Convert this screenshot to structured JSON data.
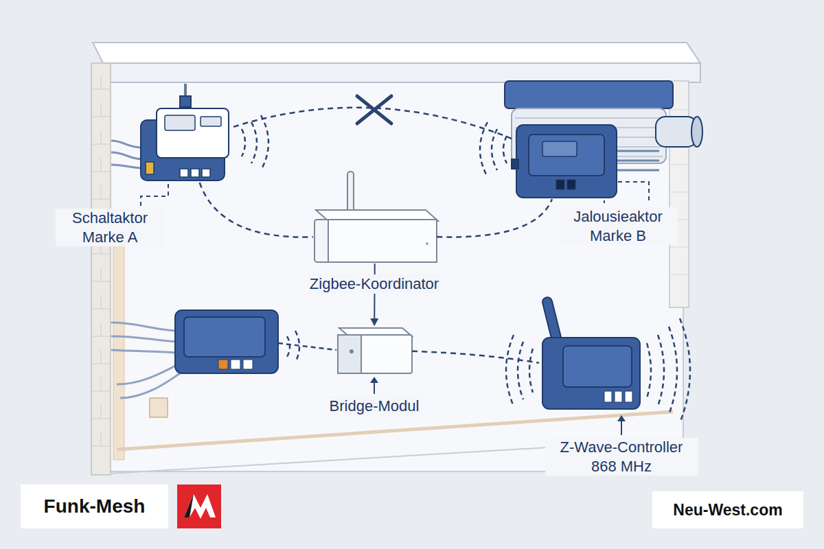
{
  "diagram": {
    "nodes": [
      {
        "text": [
          "Schaltaktor Marke A"
        ]
      },
      {
        "text": [
          "Jalousieaktor Marke B"
        ]
      },
      {
        "text": [
          "Zigbee-Koordinator"
        ]
      },
      {
        "text": [
          "Bridge-Modul"
        ]
      },
      {
        "text": [
          "Z-Wave-Controller 868 MHz"
        ]
      }
    ],
    "edges": [
      {
        "from": 0,
        "to": 2,
        "arrow": "none"
      },
      {
        "from": 2,
        "to": 1,
        "arrow": "none"
      },
      {
        "from": 0,
        "to": 1,
        "arrow": "none"
      },
      {
        "from": 2,
        "to": 3,
        "arrow": "to"
      },
      {
        "from": 3,
        "to": 4,
        "arrow": "none"
      }
    ],
    "labels": [
      "Funk-Mesh",
      "Neu-West.com"
    ]
  }
}
